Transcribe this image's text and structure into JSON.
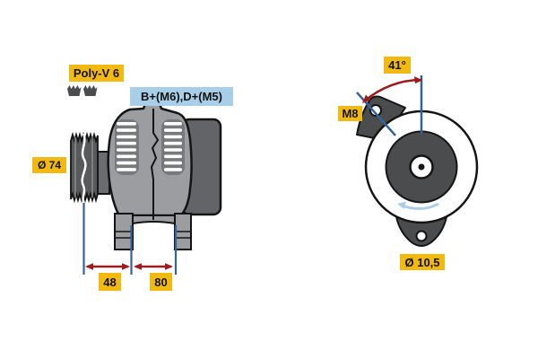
{
  "diagram_title": "alternator-technical-drawing",
  "side_view": {
    "belt_label": "Poly-V 6",
    "terminal_label": "B+(M6),D+(M5)",
    "pulley_diameter_label": "Ø 74",
    "dim_front_label": "48",
    "dim_body_label": "80"
  },
  "front_view": {
    "angle_label": "41°",
    "thread_label": "M8",
    "hole_diameter_label": "Ø 10,5"
  },
  "icons": {
    "belt_profile": "poly-v-belt-cross-section-icon",
    "rotation": "rotation-ccw-arrow-icon"
  },
  "colors": {
    "label_yellow": "#F2BA10",
    "label_blue": "#A9CFE8",
    "dimension_red": "#9B1B1E",
    "extension_line_blue": "#33639C",
    "rotation_arrow_blue": "#A9CFE8",
    "housing_gray": "#9B9DA0",
    "dark_part_gray": "#4A4C4E",
    "pulley_gray": "#58595B",
    "rear_cover_gray": "#626467",
    "outline_black": "#141414",
    "background": "#FFFFFF"
  }
}
